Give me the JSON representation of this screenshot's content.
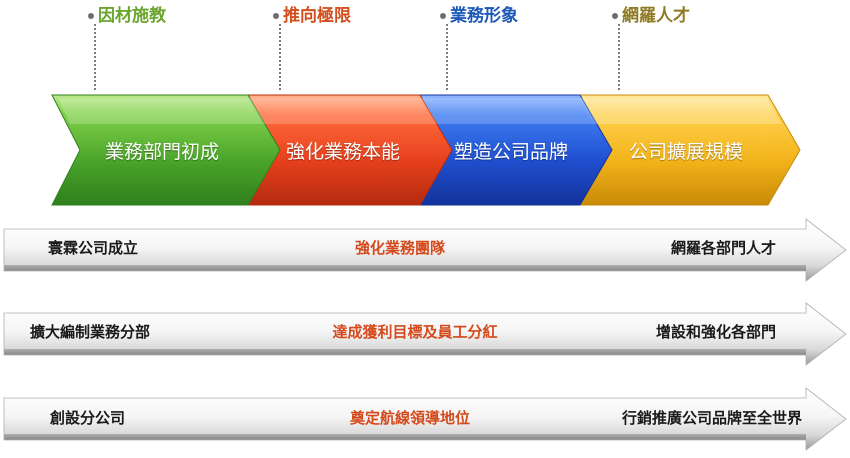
{
  "callouts": [
    {
      "label": "因材施教",
      "color": "#6aa62d"
    },
    {
      "label": "推向極限",
      "color": "#d2501f"
    },
    {
      "label": "業務形象",
      "color": "#1c58b8"
    },
    {
      "label": "網羅人才",
      "color": "#8d7a22"
    }
  ],
  "phases": [
    {
      "label": "業務部門初成",
      "color": "#4fa42f"
    },
    {
      "label": "強化業務本能",
      "color": "#e6401d"
    },
    {
      "label": "塑造公司品牌",
      "color": "#1f4fcf"
    },
    {
      "label": "公司擴展規模",
      "color": "#f2b31a"
    }
  ],
  "rows": [
    {
      "left": "寰霖公司成立",
      "middle": "強化業務團隊",
      "right": "網羅各部門人才"
    },
    {
      "left": "擴大編制業務分部",
      "middle": "達成獲利目標及員工分紅",
      "right": "增設和強化各部門"
    },
    {
      "left": "創設分公司",
      "middle": "奠定航線領導地位",
      "right": "行銷推廣公司品牌至全世界"
    }
  ]
}
